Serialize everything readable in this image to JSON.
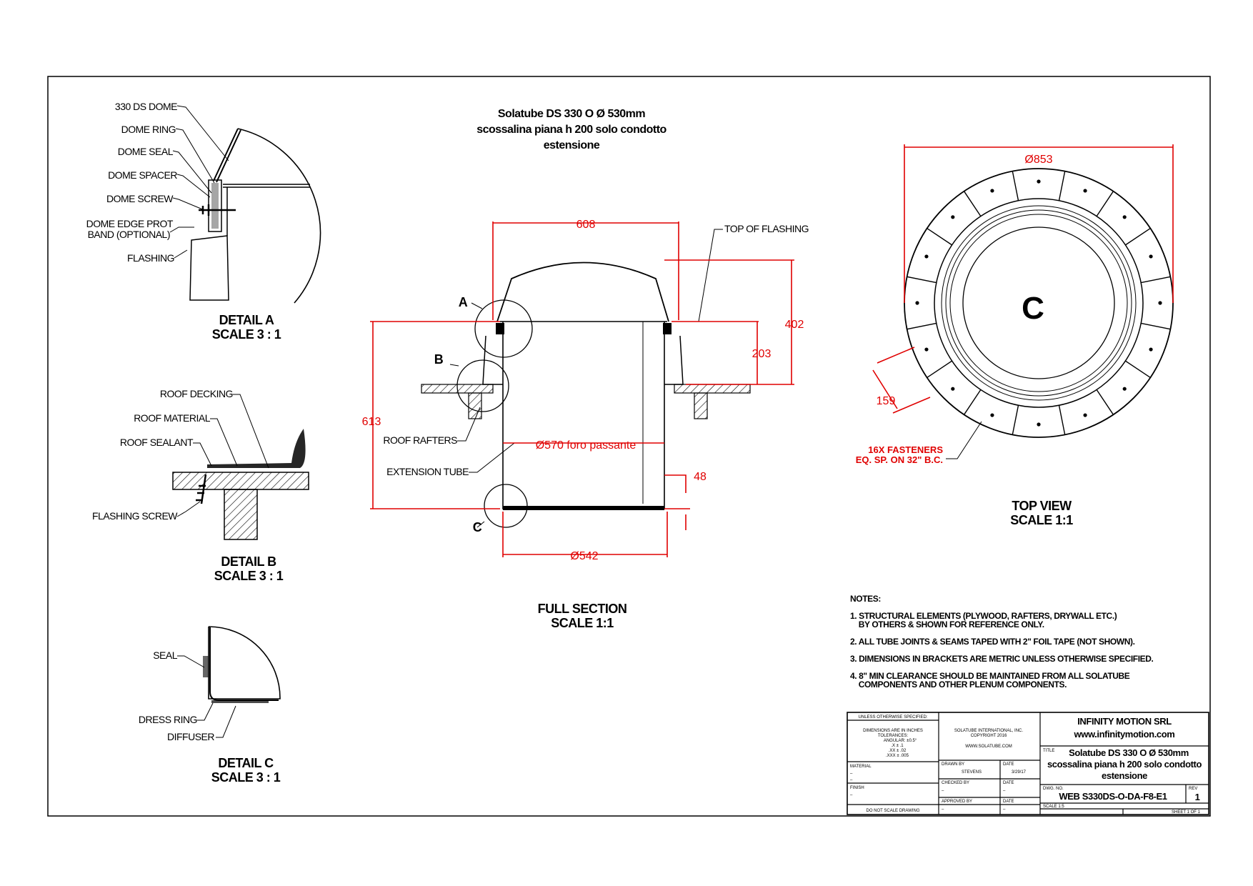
{
  "colors": {
    "dimension": "#e00000",
    "line": "#000000"
  },
  "header": {
    "title_lines": [
      "Solatube DS 330 O Ø 530mm",
      "scossalina piana h 200 solo condotto",
      "estensione"
    ]
  },
  "detail_a": {
    "labels": [
      "330 DS DOME",
      "DOME RING",
      "DOME SEAL",
      "DOME SPACER",
      "DOME SCREW",
      "DOME EDGE PROT",
      "BAND (OPTIONAL)",
      "FLASHING"
    ],
    "caption": "DETAIL A",
    "scale": "SCALE 3 : 1"
  },
  "detail_b": {
    "labels": [
      "ROOF DECKING",
      "ROOF MATERIAL",
      "ROOF SEALANT",
      "FLASHING SCREW"
    ],
    "caption": "DETAIL B",
    "scale": "SCALE 3 : 1"
  },
  "detail_c": {
    "labels": [
      "SEAL",
      "DRESS RING",
      "DIFFUSER"
    ],
    "caption": "DETAIL C",
    "scale": "SCALE 3 : 1"
  },
  "full_section": {
    "callouts": [
      "A",
      "B",
      "C"
    ],
    "labels": {
      "top_of_flashing": "TOP OF FLASHING",
      "roof_rafters": "ROOF RAFTERS",
      "extension_tube": "EXTENSION TUBE"
    },
    "dimensions": {
      "width_top": "608",
      "height_total": "402",
      "height_flashing": "203",
      "height_tube": "613",
      "hole": "Ø570 foro passante",
      "offset": "48",
      "width_bottom": "Ø542"
    },
    "caption": "FULL SECTION",
    "scale": "SCALE 1:1"
  },
  "top_view": {
    "dimensions": {
      "diameter": "Ø853",
      "radial": "159"
    },
    "center_mark": "C",
    "fasteners": [
      "16X FASTENERS",
      "EQ. SP. ON 32\" B.C."
    ],
    "caption": "TOP VIEW",
    "scale": "SCALE 1:1"
  },
  "notes": {
    "heading": "NOTES:",
    "items": [
      [
        "1. STRUCTURAL ELEMENTS (PLYWOOD, RAFTERS, DRYWALL ETC.)",
        "    BY OTHERS & SHOWN FOR REFERENCE ONLY."
      ],
      [
        "2. ALL TUBE JOINTS & SEAMS TAPED WITH 2\" FOIL TAPE (NOT SHOWN)."
      ],
      [
        "3. DIMENSIONS IN BRACKETS ARE METRIC UNLESS OTHERWISE SPECIFIED."
      ],
      [
        "4.  8\" MIN CLEARANCE SHOULD BE MAINTAINED FROM ALL SOLATUBE",
        "    COMPONENTS AND OTHER PLENUM COMPONENTS."
      ]
    ]
  },
  "title_block": {
    "unless": "UNLESS OTHERWISE SPECIFIED:",
    "tolerances": [
      "DIMENSIONS ARE IN INCHES",
      "TOLERANCES:",
      "ANGULAR: ±0.5°",
      ".X ± .1",
      ".XX ± .02",
      ".XXX ± .005"
    ],
    "material": "MATERIAL",
    "finish": "FINISH",
    "dash": "–",
    "do_not_scale": "DO NOT SCALE DRAWING",
    "copyright": [
      "SOLATUBE INTERNATIONAL, INC.",
      "COPYRIGHT 2016",
      "WWW.SOLATUBE.COM"
    ],
    "drawn_by": "DRAWN BY",
    "drawn_name": "STEVENS",
    "date": "DATE",
    "drawn_date": "3/29/17",
    "checked_by": "CHECKED BY",
    "approved_by": "APPROVED BY",
    "company": "INFINITY MOTION SRL",
    "website": "www.infinitymotion.com",
    "title_tag": "TITLE",
    "title_lines": [
      "Solatube DS 330 O Ø 530mm",
      "scossalina piana h 200 solo condotto",
      "estensione"
    ],
    "dwg_no_label": "DWG. NO.",
    "dwg_no": "WEB S330DS-O-DA-F8-E1",
    "rev_label": "REV",
    "rev": "1",
    "scale_label": "SCALE 1:5",
    "sheet": "SHEET 1 OF 1"
  }
}
